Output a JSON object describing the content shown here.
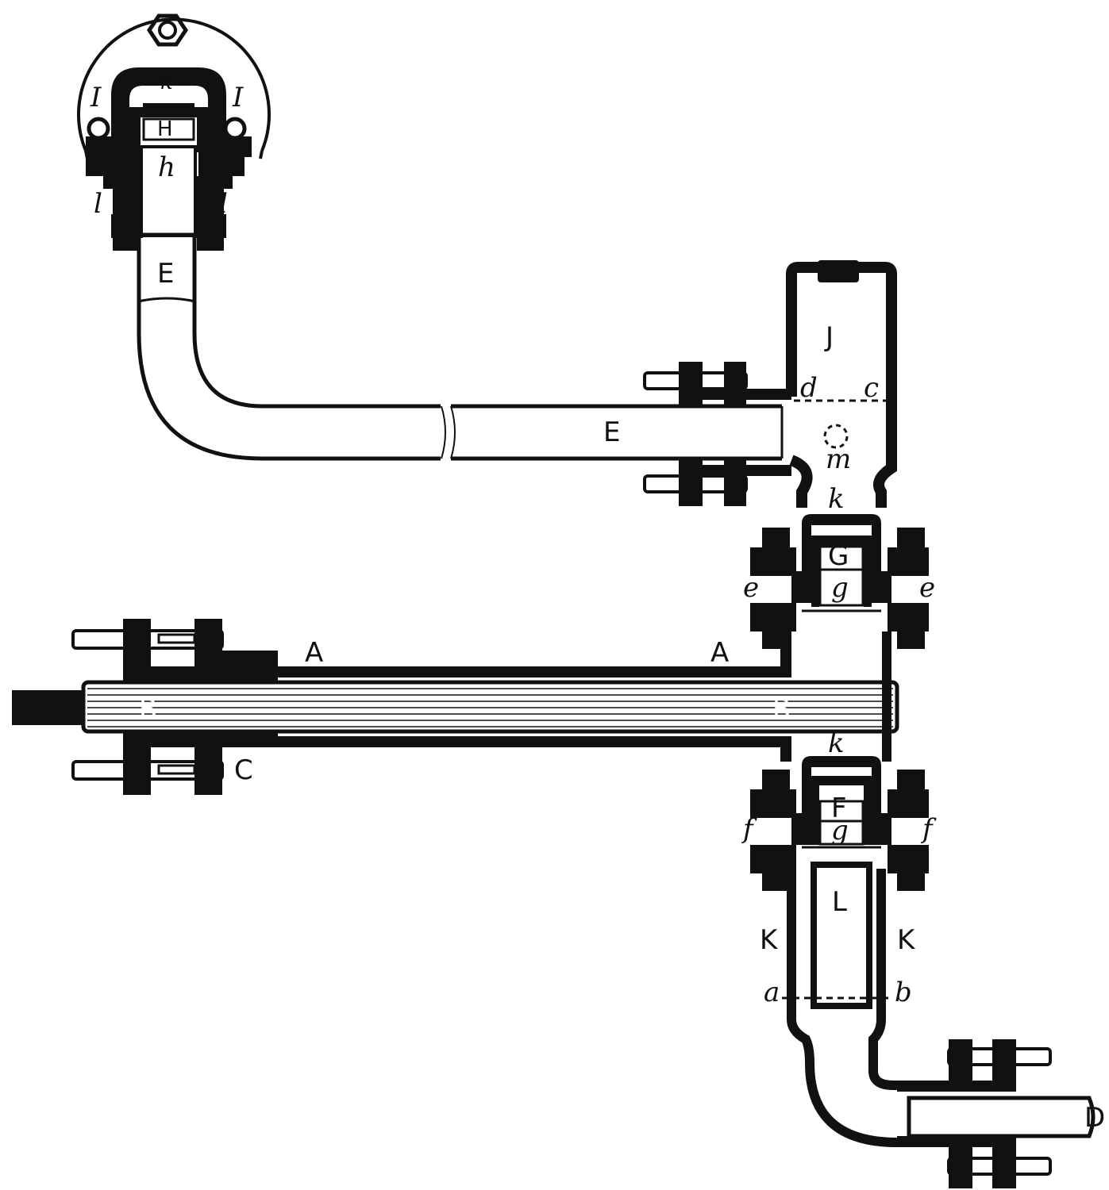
{
  "figure": {
    "description": "Sectional engraving of a steam pipe arrangement with expansion joints, stuffing boxes and bolted flanges",
    "colors": {
      "ink": "#111111",
      "paper": "#ffffff"
    }
  },
  "labels": {
    "top_assembly": {
      "I_left": "I",
      "I_right": "I",
      "k": "k",
      "H": "H",
      "h": "h",
      "l_left": "l",
      "l_right": "l",
      "E_upper": "E"
    },
    "pipe_E": {
      "E": "E"
    },
    "chamber_J": {
      "J": "J",
      "d": "d",
      "c": "c",
      "m": "m",
      "k": "k"
    },
    "joint_G": {
      "G": "G",
      "g": "g",
      "e_left": "e",
      "e_right": "e"
    },
    "pipe_A": {
      "A_left": "A",
      "A_right": "A",
      "B_left": "B",
      "B_right": "B",
      "C": "C",
      "k": "k"
    },
    "joint_F": {
      "F": "F",
      "g": "g",
      "f_left": "f",
      "f_right": "f"
    },
    "lower_section": {
      "L": "L",
      "K_left": "K",
      "K_right": "K",
      "a": "a",
      "b": "b",
      "D": "D"
    }
  }
}
